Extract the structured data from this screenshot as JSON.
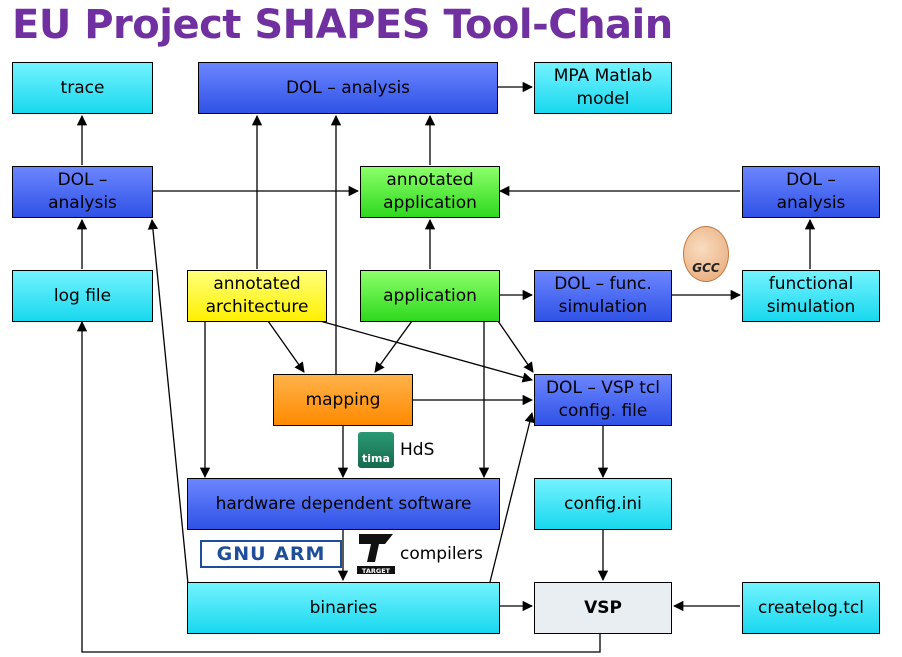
{
  "title": "EU Project SHAPES Tool-Chain",
  "boxes": {
    "trace": "trace",
    "dol_analysis_top": "DOL – analysis",
    "mpa_matlab": "MPA Matlab\nmodel",
    "dol_analysis_left": "DOL –\nanalysis",
    "annotated_application": "annotated\napplication",
    "dol_analysis_right": "DOL –\nanalysis",
    "log_file": "log file",
    "annotated_architecture": "annotated\narchitecture",
    "application": "application",
    "dol_func_simulation": "DOL – func.\nsimulation",
    "functional_simulation": "functional\nsimulation",
    "mapping": "mapping",
    "dol_vsp_tcl": "DOL – VSP tcl\nconfig. file",
    "hardware_dependent_software": "hardware dependent software",
    "config_ini": "config.ini",
    "binaries": "binaries",
    "vsp": "VSP",
    "createlog_tcl": "createlog.tcl"
  },
  "logos": {
    "hds_label": "HdS",
    "tima_icon": "tima-logo",
    "tima_text": "tima",
    "gnuarm_icon": "gnuarm-logo",
    "gnuarm_text": "GNU ARM",
    "target_icon": "target-logo",
    "target_text": "TARGET",
    "compilers_label": "compilers",
    "gcc_icon": "gcc-gnu-logo",
    "gcc_text": "GCC"
  },
  "colors": {
    "title": "#7030a0",
    "cyan": "#18d8ee",
    "blue": "#2f52e6",
    "green": "#2ed91e",
    "yellow": "#fff000",
    "orange": "#ff8a00"
  }
}
